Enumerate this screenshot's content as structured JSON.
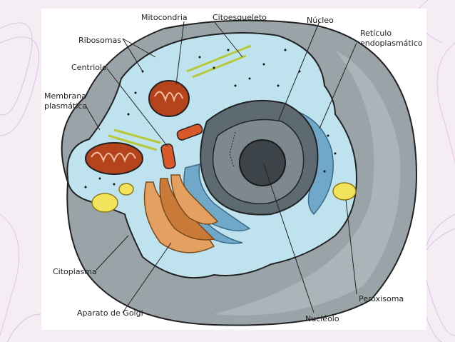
{
  "labels": {
    "mitocondria": "Mitocondria",
    "citoesqueleto": "Citoesqueleto",
    "nucleo": "Núcleo",
    "reticulo_1": "Retículo",
    "reticulo_2": "endoplasmático",
    "ribosomas": "Ribosomas",
    "centriolo": "Centriolo",
    "membrana_1": "Membrana",
    "membrana_2": "plasmática",
    "citoplasma": "Citoplasma",
    "golgi": "Aparato de Golgi",
    "nucleolo": "Nucléolo",
    "peroxisoma": "Peroxisoma"
  },
  "colors": {
    "cytoplasm": "#bfe3ee",
    "cell_outer": "#9aa4a8",
    "nucleus_env": "#5d6a72",
    "er": "#6fa8c8",
    "mitochondria": "#b5431b",
    "golgi": "#e3a060",
    "peroxisome": "#f2e35a",
    "cytoskeleton": "#b7c83a"
  }
}
